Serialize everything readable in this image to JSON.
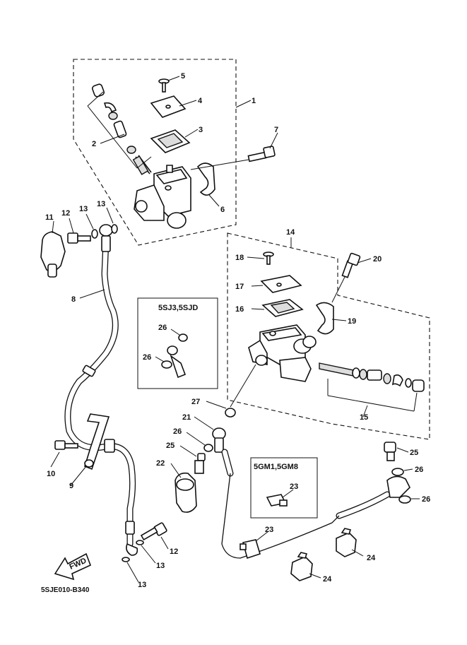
{
  "callouts": [
    {
      "id": "c1",
      "text": "1"
    },
    {
      "id": "c2",
      "text": "2"
    },
    {
      "id": "c3",
      "text": "3"
    },
    {
      "id": "c4",
      "text": "4"
    },
    {
      "id": "c5",
      "text": "5"
    },
    {
      "id": "c6",
      "text": "6"
    },
    {
      "id": "c7",
      "text": "7"
    },
    {
      "id": "c8",
      "text": "8"
    },
    {
      "id": "c9",
      "text": "9"
    },
    {
      "id": "c10",
      "text": "10"
    },
    {
      "id": "c11",
      "text": "11"
    },
    {
      "id": "c12a",
      "text": "12"
    },
    {
      "id": "c12b",
      "text": "12"
    },
    {
      "id": "c13a",
      "text": "13"
    },
    {
      "id": "c13b",
      "text": "13"
    },
    {
      "id": "c13c",
      "text": "13"
    },
    {
      "id": "c13d",
      "text": "13"
    },
    {
      "id": "c14",
      "text": "14"
    },
    {
      "id": "c15",
      "text": "15"
    },
    {
      "id": "c16",
      "text": "16"
    },
    {
      "id": "c17",
      "text": "17"
    },
    {
      "id": "c18",
      "text": "18"
    },
    {
      "id": "c19",
      "text": "19"
    },
    {
      "id": "c20",
      "text": "20"
    },
    {
      "id": "c21",
      "text": "21"
    },
    {
      "id": "c22",
      "text": "22"
    },
    {
      "id": "c23a",
      "text": "23"
    },
    {
      "id": "c23b",
      "text": "23"
    },
    {
      "id": "c24a",
      "text": "24"
    },
    {
      "id": "c24b",
      "text": "24"
    },
    {
      "id": "c25a",
      "text": "25"
    },
    {
      "id": "c25b",
      "text": "25"
    },
    {
      "id": "c26a",
      "text": "26"
    },
    {
      "id": "c26b",
      "text": "26"
    },
    {
      "id": "c26c",
      "text": "26"
    },
    {
      "id": "c26d",
      "text": "26"
    },
    {
      "id": "c26e",
      "text": "26"
    },
    {
      "id": "c27",
      "text": "27"
    }
  ],
  "inset_a": {
    "title": "5SJ3,5SJD"
  },
  "inset_b": {
    "title": "5GM1,5GM8"
  },
  "fwd_label": "FWD",
  "diagram_code": "5SJE010-B340"
}
